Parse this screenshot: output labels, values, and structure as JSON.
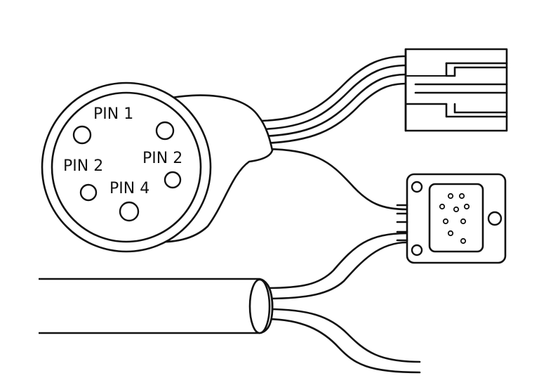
{
  "diagram": {
    "pin_labels": {
      "top": "PIN 1",
      "left": "PIN 2",
      "right": "PIN 2",
      "bottom": "PIN 4"
    },
    "colors": {
      "stroke": "#111111",
      "background": "#ffffff"
    }
  }
}
